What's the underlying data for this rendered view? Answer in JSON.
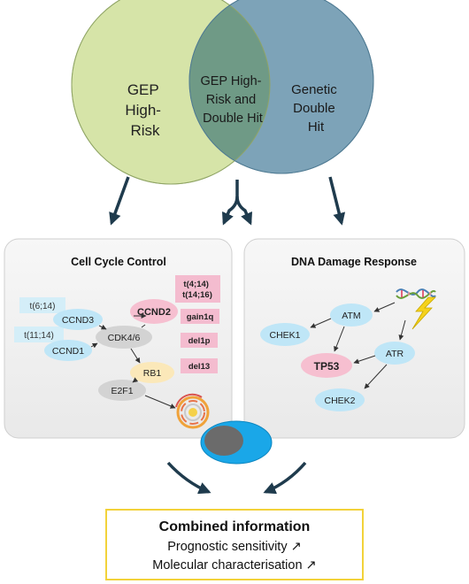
{
  "venn": {
    "left_label": [
      "GEP",
      "High-",
      "Risk"
    ],
    "center_label": [
      "GEP High-",
      "Risk and",
      "Double Hit"
    ],
    "right_label": [
      "Genetic",
      "Double",
      "Hit"
    ],
    "colors": {
      "left": "#d6e4a8",
      "right": "#7da3b8",
      "overlap": "#6f9a86"
    }
  },
  "cell_cycle": {
    "title": "Cell Cycle Control",
    "nodes": {
      "ccnd3": "CCND3",
      "ccnd1": "CCND1",
      "cdk46": "CDK4/6",
      "ccnd2": "CCND2",
      "rb1": "RB1",
      "e2f1": "E2F1"
    },
    "translocations": {
      "t614": "t(6;14)",
      "t1114": "t(11;14)"
    },
    "abnormalities": {
      "t414_t1416": [
        "t(4;14)",
        "t(14;16)"
      ],
      "gain1q": "gain1q",
      "del1p": "del1p",
      "del13": "del13"
    }
  },
  "dna_damage": {
    "title": "DNA Damage Response",
    "nodes": {
      "atm": "ATM",
      "chek1": "CHEK1",
      "tp53": "TP53",
      "atr": "ATR",
      "chek2": "CHEK2"
    }
  },
  "summary": {
    "title": "Combined information",
    "lines": [
      "Prognostic sensitivity ↗",
      "Molecular characterisation ↗"
    ]
  },
  "icons": [
    "dna-helix-icon",
    "lightning-bolt-icon",
    "cell-cycle-icon",
    "cell-icon"
  ]
}
